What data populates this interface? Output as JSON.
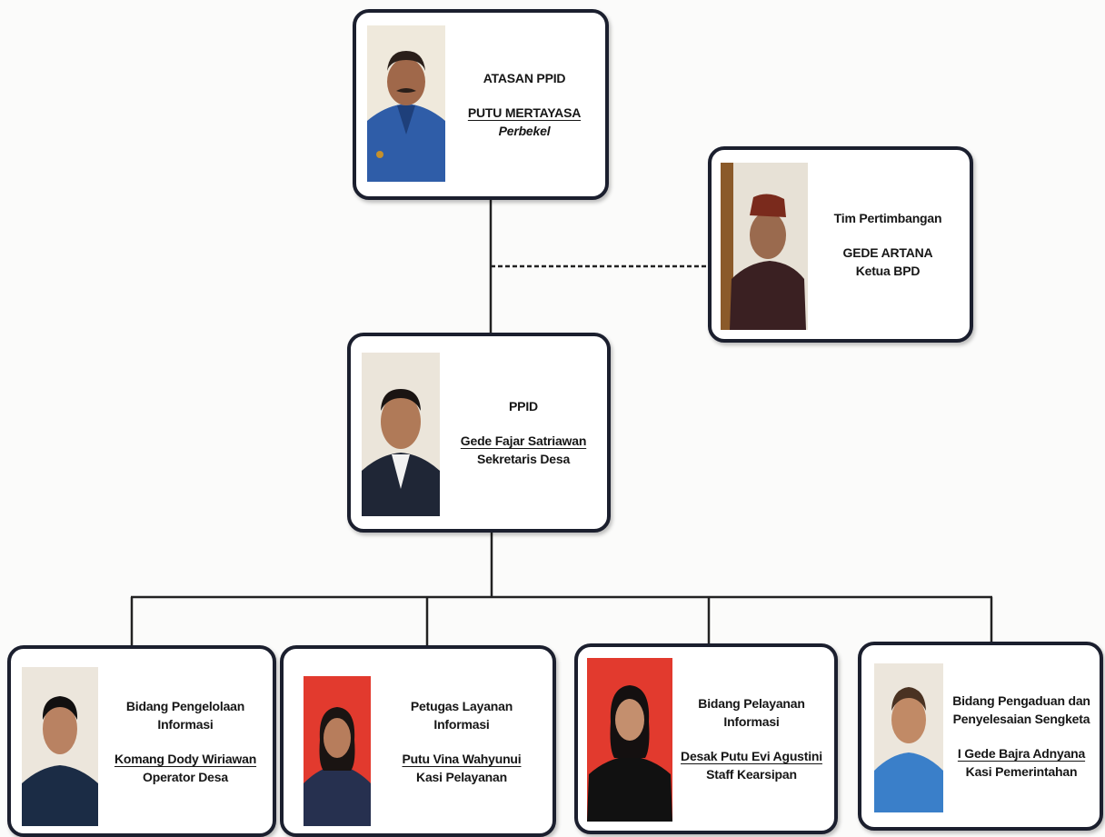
{
  "nodes": {
    "atasan": {
      "role": "ATASAN PPID",
      "name": "PUTU MERTAYASA",
      "position": "Perbekel"
    },
    "tim": {
      "role": "Tim Pertimbangan",
      "name": "GEDE ARTANA",
      "position": "Ketua BPD"
    },
    "ppid": {
      "role": "PPID",
      "name": "Gede Fajar Satriawan",
      "position": "Sekretaris Desa"
    },
    "bidang1": {
      "role": "Bidang Pengelolaan Informasi",
      "name": "Komang Dody Wiriawan",
      "position": "Operator Desa"
    },
    "petugas": {
      "role": "Petugas Layanan Informasi",
      "name": "Putu Vina Wahyunui",
      "position": "Kasi Pelayanan"
    },
    "bidang2": {
      "role": "Bidang Pelayanan Informasi",
      "name": "Desak Putu Evi Agustini",
      "position": "Staff Kearsipan"
    },
    "bidang3": {
      "role": "Bidang Pengaduan dan Penyelesaian Sengketa",
      "name": "I Gede Bajra Adnyana",
      "position": "Kasi Pemerintahan"
    }
  },
  "colors": {
    "card_border": "#1b1f2e",
    "connector": "#222222",
    "photo_bg_red": "#e23a2e",
    "photo_bg_light": "#ece7dc"
  }
}
